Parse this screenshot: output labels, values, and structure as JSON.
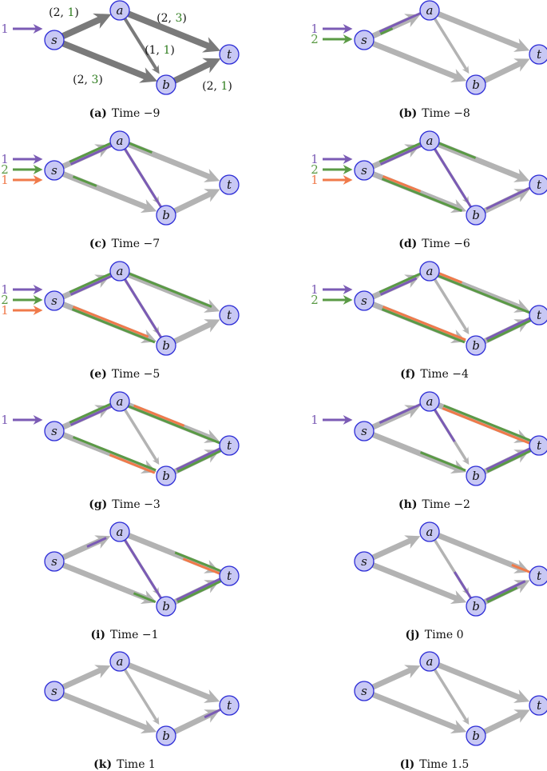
{
  "colors": {
    "edge": "#b3b3b3",
    "edge_dark": "#7a7a7a",
    "node_fill": "#c8c8f4",
    "node_stroke": "#2b2bd6",
    "purple": "#7b5bb5",
    "green": "#5a9a45",
    "green_text": "#2e7d1e",
    "orange": "#f07a4a"
  },
  "node_labels": {
    "s": "s",
    "a": "a",
    "b": "b",
    "t": "t"
  },
  "edge_labels": {
    "sa": {
      "open": "(2,",
      "val": "1",
      "close": ")"
    },
    "at": {
      "open": "(2,",
      "val": "3",
      "close": ")"
    },
    "ab": {
      "open": "(1,",
      "val": "1",
      "close": ")"
    },
    "sb": {
      "open": "(2,",
      "val": "3",
      "close": ")"
    },
    "bt": {
      "open": "(2,",
      "val": "1",
      "close": ")"
    }
  },
  "panels": [
    {
      "tag": "(a)",
      "time": "Time −9",
      "inflow": [
        {
          "label": "1",
          "color": "purple"
        }
      ]
    },
    {
      "tag": "(b)",
      "time": "Time −8",
      "inflow": [
        {
          "label": "1",
          "color": "purple"
        },
        {
          "label": "2",
          "color": "green"
        }
      ]
    },
    {
      "tag": "(c)",
      "time": "Time −7",
      "inflow": [
        {
          "label": "1",
          "color": "purple"
        },
        {
          "label": "2",
          "color": "green"
        },
        {
          "label": "1",
          "color": "orange"
        }
      ]
    },
    {
      "tag": "(d)",
      "time": "Time −6",
      "inflow": [
        {
          "label": "1",
          "color": "purple"
        },
        {
          "label": "2",
          "color": "green"
        },
        {
          "label": "1",
          "color": "orange"
        }
      ]
    },
    {
      "tag": "(e)",
      "time": "Time −5",
      "inflow": [
        {
          "label": "1",
          "color": "purple"
        },
        {
          "label": "2",
          "color": "green"
        },
        {
          "label": "1",
          "color": "orange"
        }
      ]
    },
    {
      "tag": "(f)",
      "time": "Time −4",
      "inflow": [
        {
          "label": "1",
          "color": "purple"
        },
        {
          "label": "2",
          "color": "green"
        }
      ]
    },
    {
      "tag": "(g)",
      "time": "Time −3",
      "inflow": [
        {
          "label": "1",
          "color": "purple"
        }
      ]
    },
    {
      "tag": "(h)",
      "time": "Time −2",
      "inflow": [
        {
          "label": "1",
          "color": "purple"
        }
      ]
    },
    {
      "tag": "(i)",
      "time": "Time −1",
      "inflow": []
    },
    {
      "tag": "(j)",
      "time": "Time 0",
      "inflow": []
    },
    {
      "tag": "(k)",
      "time": "Time 1",
      "inflow": []
    },
    {
      "tag": "(l)",
      "time": "Time 1.5",
      "inflow": []
    }
  ]
}
